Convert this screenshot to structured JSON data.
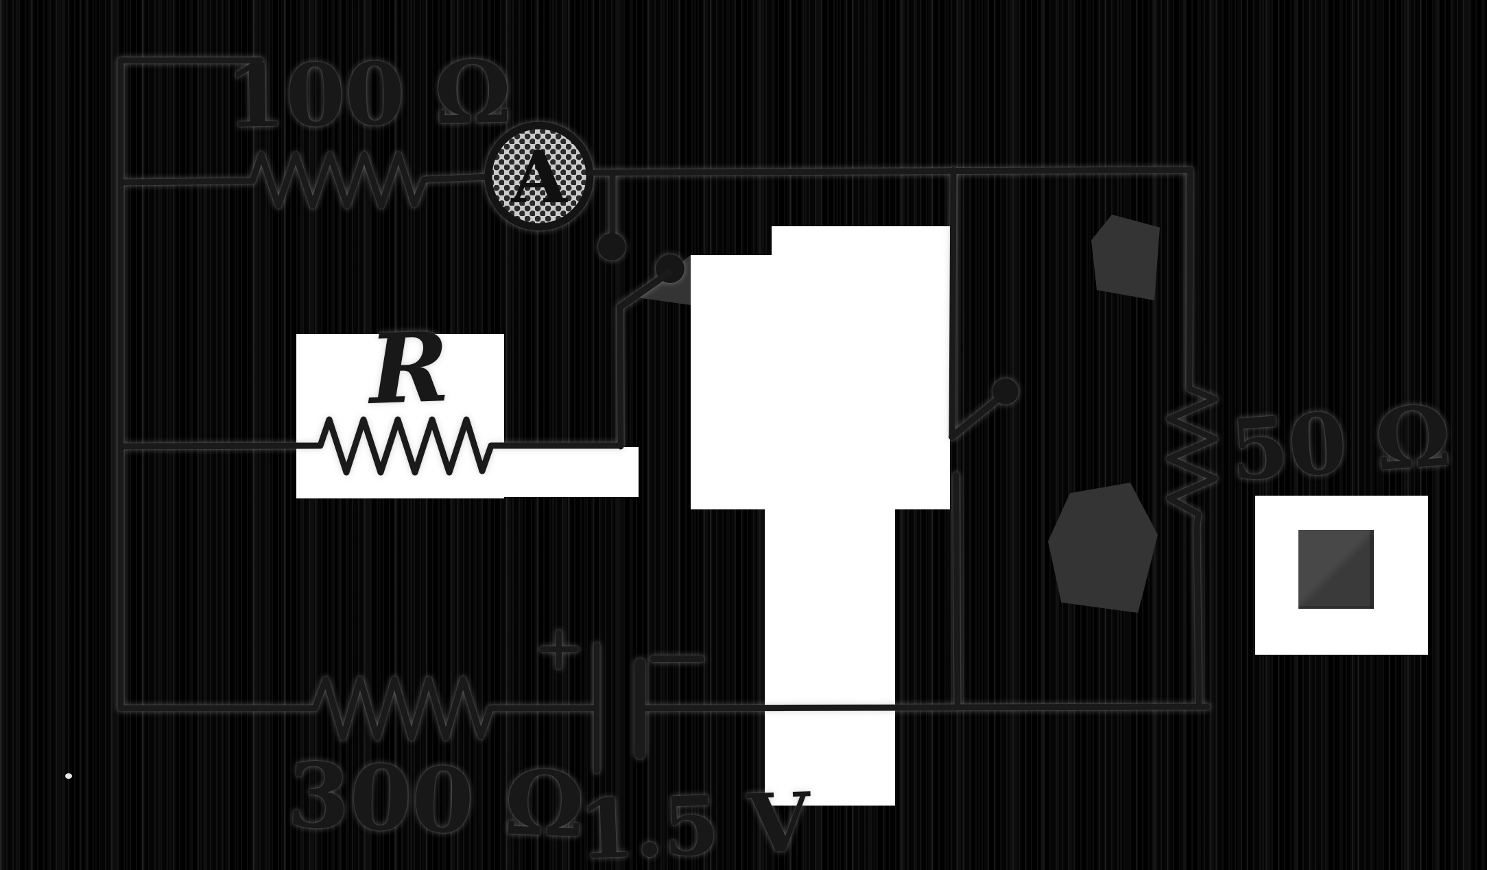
{
  "figure": {
    "type": "circuit-diagram",
    "background_color": "#000000",
    "paper_color": "#ffffff",
    "ink_color": "#1a1a1a",
    "artifact_gray": "#3d3d3d",
    "ammeter_face": "#cccccc",
    "components": {
      "resistor_top": {
        "label": "100 Ω"
      },
      "resistor_variable": {
        "label": "R"
      },
      "resistor_right": {
        "label": "50 Ω"
      },
      "resistor_bottom": {
        "label": "300 Ω"
      },
      "battery": {
        "label": "1.5 V",
        "plus": "+",
        "minus": "−"
      },
      "ammeter": {
        "label": "A"
      },
      "switch_top": {
        "state": "open"
      },
      "switch_right": {
        "state": "open"
      }
    }
  }
}
